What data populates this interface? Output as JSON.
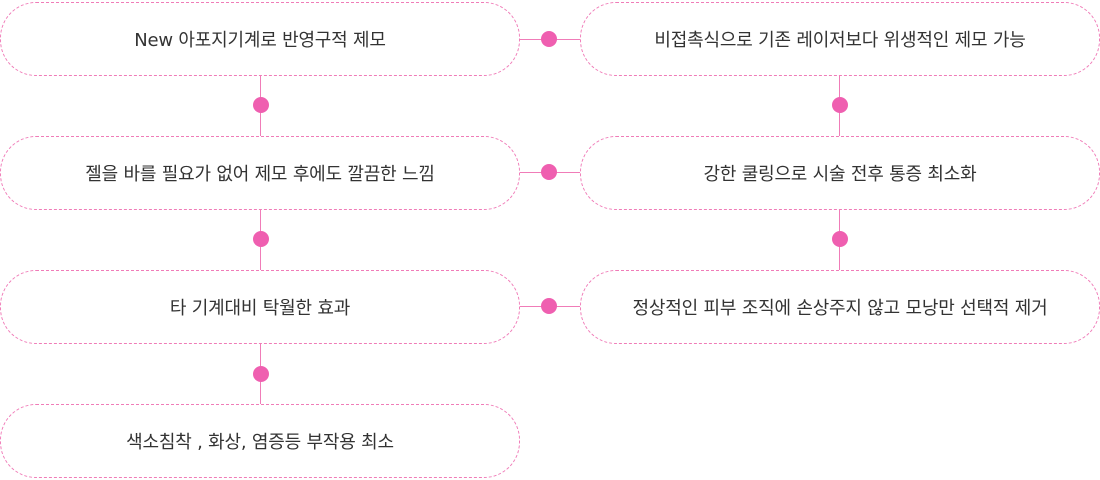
{
  "colors": {
    "accent": "#ef5fb0",
    "border": "#f07cb8",
    "text": "#333333"
  },
  "left": [
    {
      "text": "New 아포지기계로 반영구적 제모"
    },
    {
      "text": "젤을 바를 필요가 없어 제모 후에도 깔끔한 느낌"
    },
    {
      "text": "타 기계대비 탁월한 효과"
    },
    {
      "text": "색소침착 , 화상,  염증등 부작용 최소"
    }
  ],
  "right": [
    {
      "text": "비접촉식으로 기존 레이저보다 위생적인 제모 가능"
    },
    {
      "text": "강한 쿨링으로 시술 전후 통증 최소화"
    },
    {
      "text": "정상적인 피부 조직에 손상주지 않고 모낭만 선택적 제거"
    }
  ]
}
